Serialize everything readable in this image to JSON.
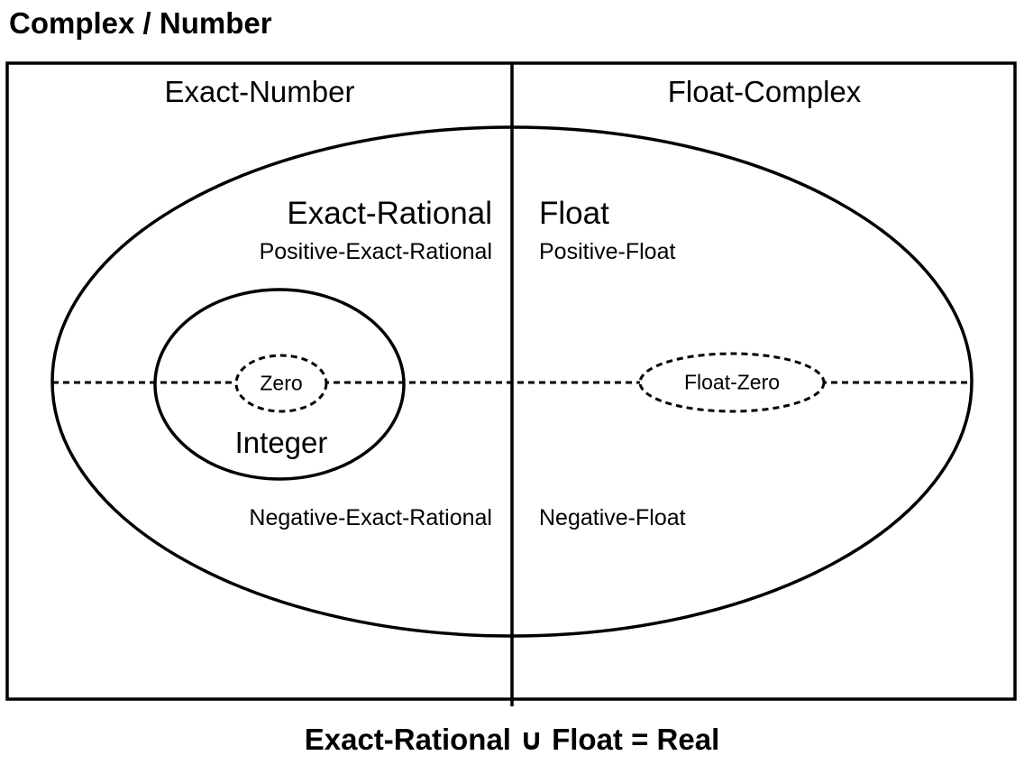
{
  "title": "Complex / Number",
  "caption": "Exact-Rational ∪ Float = Real",
  "headers": {
    "left": "Exact-Number",
    "right": "Float-Complex"
  },
  "exact": {
    "main": "Exact-Rational",
    "positive": "Positive-Exact-Rational",
    "negative": "Negative-Exact-Rational",
    "integer": "Integer",
    "zero": "Zero"
  },
  "float": {
    "main": "Float",
    "positive": "Positive-Float",
    "negative": "Negative-Float",
    "zero": "Float-Zero"
  },
  "colors": {
    "stroke": "#000000",
    "background": "#ffffff"
  }
}
